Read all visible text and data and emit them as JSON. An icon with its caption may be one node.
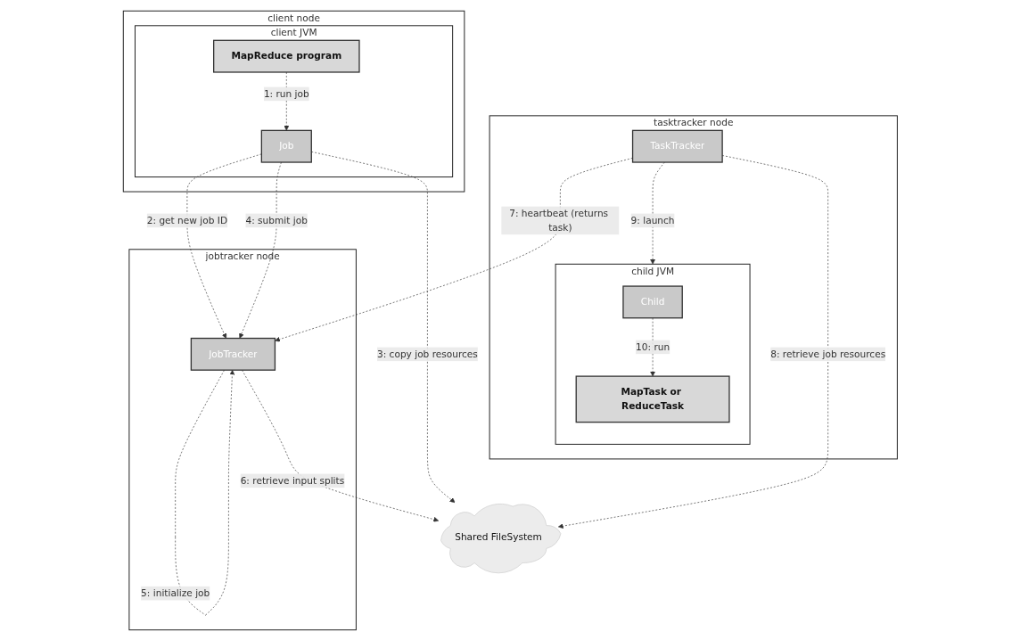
{
  "diagram": {
    "nodes": [
      {
        "text": [
          "client node"
        ]
      },
      {
        "text": [
          "client JVM"
        ],
        "in": 0
      },
      {
        "text": [
          "MapReduce program"
        ],
        "in": 1
      },
      {
        "text": [
          "Job"
        ],
        "in": 1
      },
      {
        "text": [
          "jobtracker node"
        ]
      },
      {
        "text": [
          "JobTracker"
        ],
        "in": 4
      },
      {
        "text": [
          "Shared FileSystem"
        ]
      },
      {
        "text": [
          "tasktracker node"
        ]
      },
      {
        "text": [
          "TaskTracker"
        ],
        "in": 7
      },
      {
        "text": [
          "child JVM"
        ],
        "in": 7
      },
      {
        "text": [
          "Child"
        ],
        "in": 9
      },
      {
        "text": [
          "MapTask or ReduceTask"
        ],
        "in": 9
      }
    ],
    "edges": [
      {
        "from": 2,
        "to": 3,
        "arrow": "to",
        "label": "1: run job",
        "style": "dashed"
      },
      {
        "from": 3,
        "to": 5,
        "arrow": "to",
        "label": "2: get new job ID",
        "style": "dashed"
      },
      {
        "from": 3,
        "to": 6,
        "arrow": "to",
        "label": "3: copy job resources",
        "style": "dashed"
      },
      {
        "from": 3,
        "to": 5,
        "arrow": "to",
        "label": "4: submit job",
        "style": "dashed"
      },
      {
        "from": 5,
        "to": 5,
        "arrow": "to",
        "label": "5: initialize job",
        "style": "dashed"
      },
      {
        "from": 5,
        "to": 6,
        "arrow": "to",
        "label": "6: retrieve input splits",
        "style": "dashed"
      },
      {
        "from": 8,
        "to": 5,
        "arrow": "to",
        "label": "7: heartbeat (returns task)",
        "style": "dashed"
      },
      {
        "from": 8,
        "to": 6,
        "arrow": "to",
        "label": "8: retrieve job resources",
        "style": "dashed"
      },
      {
        "from": 8,
        "to": 9,
        "arrow": "to",
        "label": "9: launch",
        "style": "dashed"
      },
      {
        "from": 10,
        "to": 11,
        "arrow": "to",
        "label": "10: run",
        "style": "dashed"
      }
    ]
  }
}
